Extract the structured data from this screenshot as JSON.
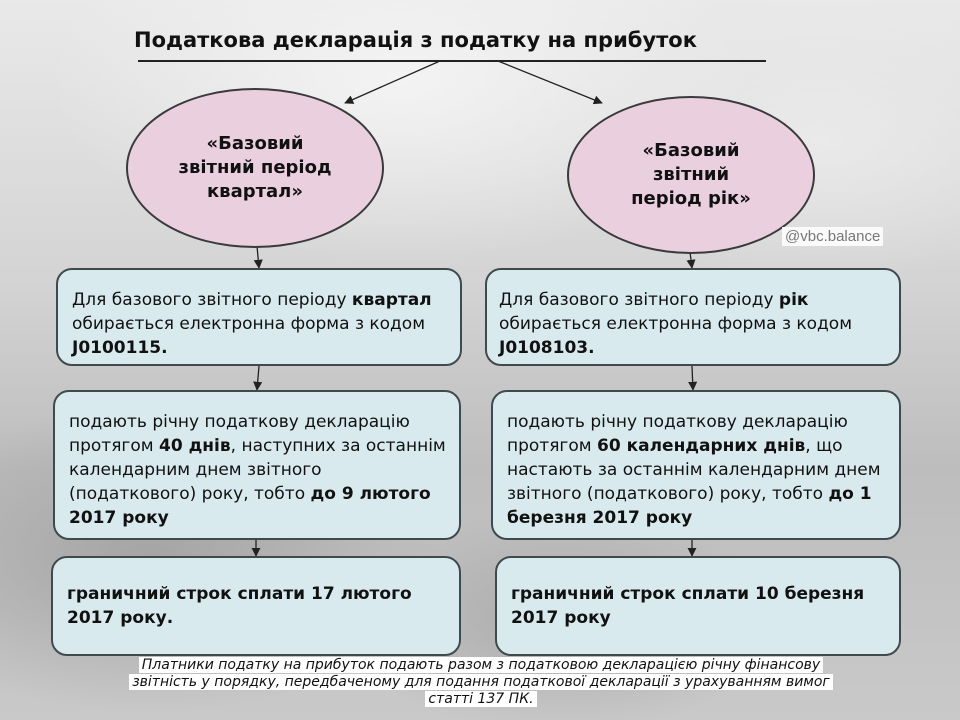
{
  "title": "Податкова декларація з податку на прибуток",
  "watermark": "@vbc.balance",
  "left": {
    "ellipse": [
      "«Базовий",
      "звітний період",
      "квартал»"
    ],
    "box1": [
      {
        "t": "Для базового звітного періоду "
      },
      {
        "b": "квартал"
      },
      {
        "t": " обирається електронна форма з кодом "
      },
      {
        "b": "J0100115."
      }
    ],
    "box2": [
      {
        "t": "подають річну податкову декларацію протягом "
      },
      {
        "b": "40 днів"
      },
      {
        "t": ", наступних за останнім календарним днем звітного (податкового) року, тобто "
      },
      {
        "b": "до 9 лютого 2017 року"
      }
    ],
    "box3": "граничний строк сплати 17 лютого 2017 року."
  },
  "right": {
    "ellipse": [
      "«Базовий",
      "звітний",
      "період рік»"
    ],
    "box1": [
      {
        "t": "Для базового звітного періоду "
      },
      {
        "b": "рік"
      },
      {
        "t": " обирається електронна форма з кодом "
      },
      {
        "b": "J0108103."
      }
    ],
    "box2": [
      {
        "t": "подають річну податкову декларацію протягом "
      },
      {
        "b": "60 календарних днів"
      },
      {
        "t": ", що настають за останнім календарним днем звітного (податкового) року, тобто "
      },
      {
        "b": "до 1 березня 2017 року"
      }
    ],
    "box3": "граничний строк сплати 10 березня 2017 року"
  },
  "footnote": [
    "Платники податку на прибуток подають разом з податковою декларацією річну фінансову",
    "звітність у порядку, передбаченому для подання податкової декларації з урахуванням вимог",
    "статті 137 ПК."
  ]
}
